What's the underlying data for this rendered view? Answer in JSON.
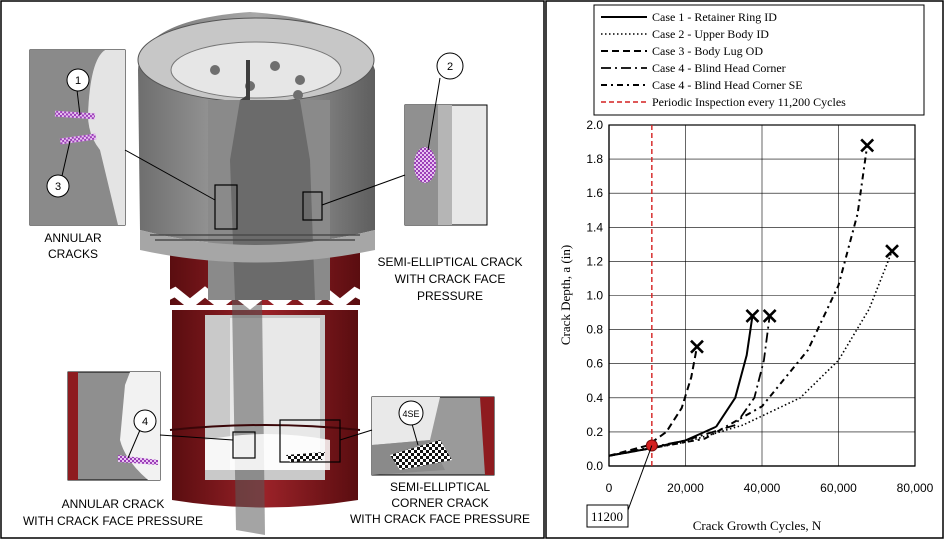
{
  "callouts": {
    "one": "1",
    "two": "2",
    "three": "3",
    "four": "4",
    "four_se": "4SE"
  },
  "labels": {
    "annular_cracks_line1": "ANNULAR",
    "annular_cracks_line2": "CRACKS",
    "semi_elliptical_line1": "SEMI-ELLIPTICAL CRACK",
    "semi_elliptical_line2": "WITH CRACK FACE",
    "semi_elliptical_line3": "PRESSURE",
    "annular_crack_p_line1": "ANNULAR CRACK",
    "annular_crack_p_line2": "WITH CRACK FACE PRESSURE",
    "corner_line1": "SEMI-ELLIPTICAL",
    "corner_line2": "CORNER CRACK",
    "corner_line3": "WITH CRACK FACE PRESSURE"
  },
  "colors": {
    "casing_red": "#8e1b1f",
    "steel_gray": "#8f8f8f",
    "crack_purple": "#b15cc8",
    "inspection_red": "#d42020"
  },
  "chart_data": {
    "type": "line",
    "xlabel": "Crack Growth Cycles, N",
    "ylabel": "Crack Depth, a (in)",
    "xlim": [
      0,
      80000
    ],
    "ylim": [
      0,
      2.0
    ],
    "xticks": [
      "0",
      "20,000",
      "40,000",
      "60,000",
      "80,000"
    ],
    "yticks": [
      "0.0",
      "0.2",
      "0.4",
      "0.6",
      "0.8",
      "1.0",
      "1.2",
      "1.4",
      "1.6",
      "1.8",
      "2.0"
    ],
    "grid": true,
    "legend_position": "top",
    "inspection": {
      "x": 11200,
      "label": "Periodic Inspection every 11,200 Cycles",
      "marker_label": "11200"
    },
    "series": [
      {
        "name": "Case 1 - Retainer Ring ID",
        "style": "solid",
        "x": [
          0,
          10000,
          20000,
          28000,
          33000,
          36000,
          37500
        ],
        "y": [
          0.06,
          0.1,
          0.15,
          0.23,
          0.4,
          0.65,
          0.88
        ]
      },
      {
        "name": "Case 2 - Upper Body ID",
        "style": "dotted",
        "x": [
          0,
          20000,
          35000,
          50000,
          60000,
          68000,
          74000
        ],
        "y": [
          0.06,
          0.14,
          0.24,
          0.4,
          0.62,
          0.92,
          1.26
        ]
      },
      {
        "name": "Case 3 - Body Lug OD",
        "style": "dashed",
        "x": [
          0,
          10000,
          15000,
          19000,
          21500,
          23000
        ],
        "y": [
          0.06,
          0.12,
          0.2,
          0.34,
          0.52,
          0.7
        ]
      },
      {
        "name": "Case 4 - Blind Head Corner",
        "style": "dashdot",
        "x": [
          0,
          20000,
          33000,
          38000,
          40500,
          42000
        ],
        "y": [
          0.06,
          0.15,
          0.24,
          0.4,
          0.62,
          0.88
        ]
      },
      {
        "name": "Case 4 - Blind Head Corner SE",
        "style": "dashdot2",
        "x": [
          0,
          25000,
          40000,
          52000,
          60000,
          65000,
          67500
        ],
        "y": [
          0.06,
          0.16,
          0.35,
          0.68,
          1.06,
          1.48,
          1.88
        ]
      }
    ]
  }
}
